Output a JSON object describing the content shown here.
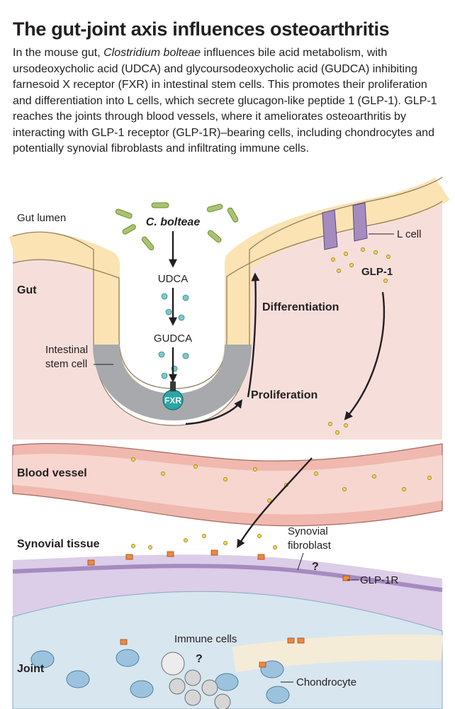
{
  "title": "The gut-joint axis influences osteoarthritis",
  "caption": {
    "part1": "In the mouse gut, ",
    "species": "Clostridium bolteae",
    "part2": " influences bile acid metabolism, with ursodeoxycholic acid (UDCA) and glycoursodeoxycholic acid (GUDCA) inhibiting farnesoid X receptor (FXR) in intestinal stem cells. This promotes their proliferation and differentiation into L cells, which secrete glucagon-like peptide 1 (GLP-1). GLP-1 reaches the joints through blood vessels, where it ameliorates osteoarthritis by interacting with GLP-1 receptor (GLP-1R)–bearing cells, including chondrocytes and potentially synovial fibroblasts and infiltrating immune cells."
  },
  "labels": {
    "gut_lumen": "Gut lumen",
    "c_bolteae": "C. bolteae",
    "udca": "UDCA",
    "gudca": "GUDCA",
    "fxr": "FXR",
    "gut": "Gut",
    "intestinal_stem_cell_1": "Intestinal",
    "intestinal_stem_cell_2": "stem cell",
    "differentiation": "Differentiation",
    "proliferation": "Proliferation",
    "l_cell": "L cell",
    "glp1": "GLP-1",
    "blood_vessel": "Blood vessel",
    "synovial_tissue": "Synovial tissue",
    "synovial_fibroblast_1": "Synovial",
    "synovial_fibroblast_2": "fibroblast",
    "question": "?",
    "glp1r": "GLP-1R",
    "immune_cells": "Immune cells",
    "joint": "Joint",
    "chondrocyte": "Chondrocyte"
  },
  "colors": {
    "tissue_pink": "#f6dfdb",
    "vessel_pink": "#f0b8ae",
    "cell_cream": "#fbe3b3",
    "stem_gray": "#a7a9ac",
    "l_cell_purple": "#a58bbf",
    "glp1_yellow": "#f3d34a",
    "receptor_orange": "#f0883e",
    "synovial_purple": "#dccde8",
    "cartilage_blue": "#d8e6f0",
    "chondrocyte_blue": "#9cc3de",
    "bacteria_green": "#a9c46c",
    "fxr_teal": "#2aa6a6"
  }
}
